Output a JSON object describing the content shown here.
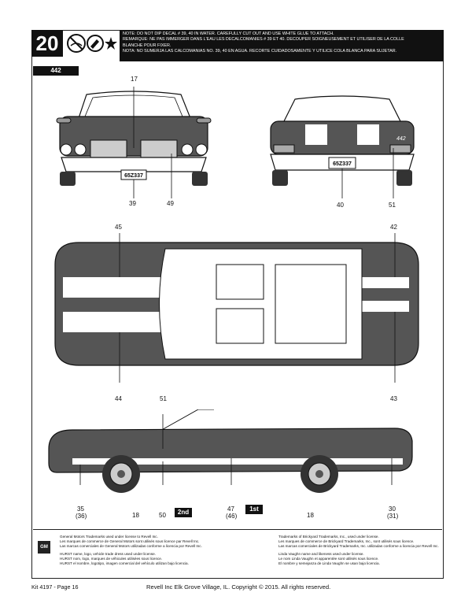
{
  "step": {
    "number": "20",
    "icons": [
      "do-not-dip-icon",
      "glue-icon",
      "decal-star-icon"
    ]
  },
  "notes": [
    "NOTE: DO NOT DIP DECAL # 39, 40 IN WATER. CAREFULLY CUT OUT AND USE WHITE GLUE TO ATTACH.",
    "REMARQUE: NE PAS IMMERGER DANS L'EAU LES DÉCALCOMANIES # 39 ET 40. DÉCOUPER SOIGNEUSEMENT ET UTILISER DE LA COLLE",
    "BLANCHE POUR FIXER.",
    "NOTA: NO SUMERJA LAS CALCOMANÍAS NO. 39, 40 EN AGUA. RECORTE CUIDADOSAMENTE Y UTILICE COLA BLANCA PARA SUJETAR."
  ],
  "part_tag": "442",
  "callouts": {
    "front_top": "17",
    "front_left": "39",
    "front_right": "49",
    "rear_left": "40",
    "rear_right": "51",
    "top_left_up": "45",
    "top_right_up": "42",
    "top_left_down": "44",
    "top_right_down": "43",
    "side_top": "51",
    "side_a": "35",
    "side_a_alt": "(36)",
    "side_b": "18",
    "side_c": "50",
    "side_d": "47",
    "side_d_alt": "(46)",
    "side_e": "18",
    "side_f": "30",
    "side_f_alt": "(31)"
  },
  "stages": {
    "second": "2nd",
    "first": "1st"
  },
  "plates": {
    "front": "65Z337",
    "rear": "65Z337"
  },
  "badge_text": "442",
  "gm_logo": "GM",
  "disclaimer_left": [
    "General Motors Trademarks used under license to Revell Inc.",
    "Les marques de commerce de General Motors sont utilisés sous licence par Revell Inc.",
    "Las marcas comerciales de General Motors utilizadas conforme a licencia por Revell Inc.",
    "HURST name, logo, vehicle trade dress used under license.",
    "HURST nom, logo, marques de véhicules utilisées sous licence.",
    "HURST el nombre, logotipo, imagen comercial del vehículo utilizan bajo licencia."
  ],
  "disclaimer_right": [
    "Trademarks of Brickyard Trademarks, Inc., used under license.",
    "Les marques de commerce de Brickyard Trademarks, Inc., sont utilisés sous licence.",
    "Las marcas comerciales de Brickyard Trademarks, Inc. utilizadas conforme a licencia por Revell Inc.",
    "Linda Vaughn name and likeness used under license.",
    "Le nom Linda Vaughn et apparentée sont utilisés sous licence.",
    "El nombre y semejanza de Linda Vaughn se usan bajo licencia."
  ],
  "footer": {
    "kit": "Kit 4197 - Page 16",
    "copyright": "Revell Inc Elk Grove Village, IL. Copyright © 2015.  All rights reserved."
  }
}
